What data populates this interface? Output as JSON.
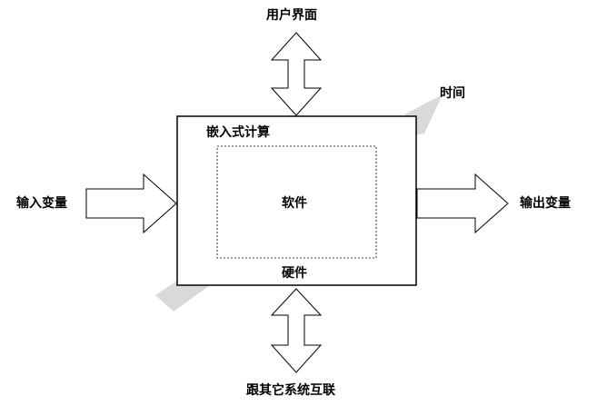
{
  "labels": {
    "user_interface": "用户界面",
    "time": "时间",
    "embedded_computing": "嵌入式计算",
    "input_variables": "输入变量",
    "software": "软件",
    "output_variables": "输出变量",
    "hardware": "硬件",
    "interconnect": "跟其它系统互联"
  },
  "colors": {
    "stroke": "#000000",
    "time_arrow": "#d9d9d9",
    "background": "#ffffff"
  },
  "icons": {
    "up_down_arrow": "double-vertical-arrow",
    "right_arrow": "block-right-arrow",
    "time_arrow": "diagonal-time-arrow"
  }
}
